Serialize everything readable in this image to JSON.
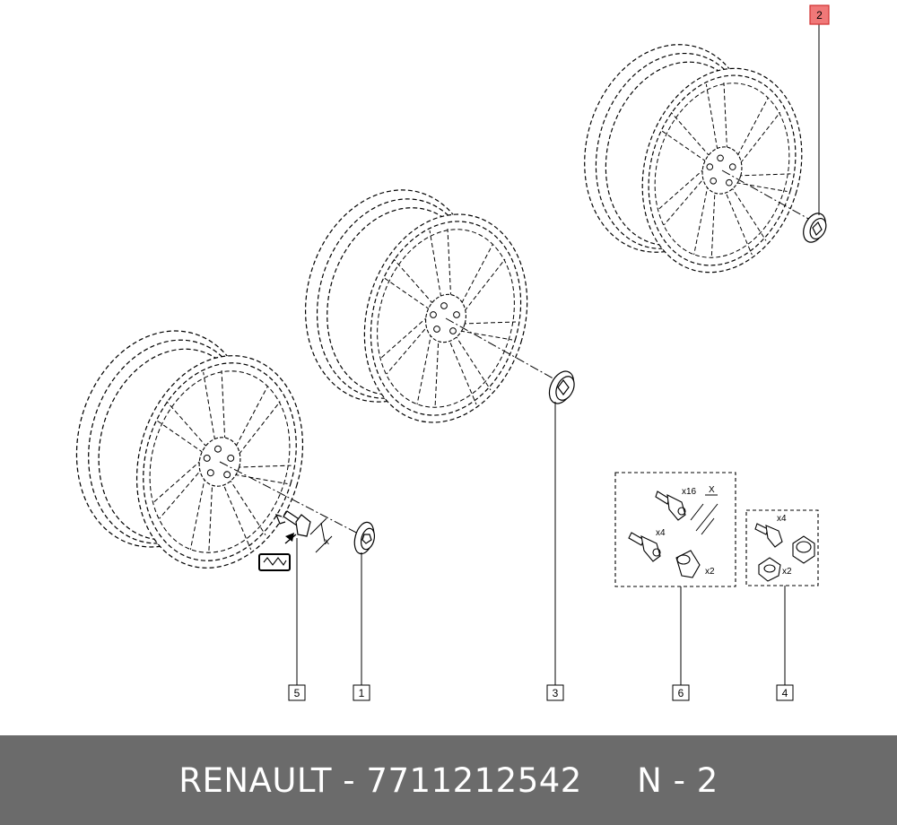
{
  "callouts": {
    "c1": "1",
    "c2": "2",
    "c3": "3",
    "c4": "4",
    "c5": "5",
    "c6": "6"
  },
  "labels": {
    "dim_x_small": "x",
    "dim_x_big": "X",
    "qty_x16": "x16",
    "qty_x4_a": "x4",
    "qty_x2_a": "x2",
    "qty_x4_b": "x4",
    "qty_x2_b": "x2"
  },
  "footer": {
    "brand": "RENAULT",
    "separator": "-",
    "part_number": "7711212542",
    "ref": "N - 2"
  },
  "colors": {
    "highlight_fill": "#f07878",
    "highlight_stroke": "#d03030",
    "footer_bg": "#6b6b6b",
    "footer_text": "#ffffff"
  }
}
